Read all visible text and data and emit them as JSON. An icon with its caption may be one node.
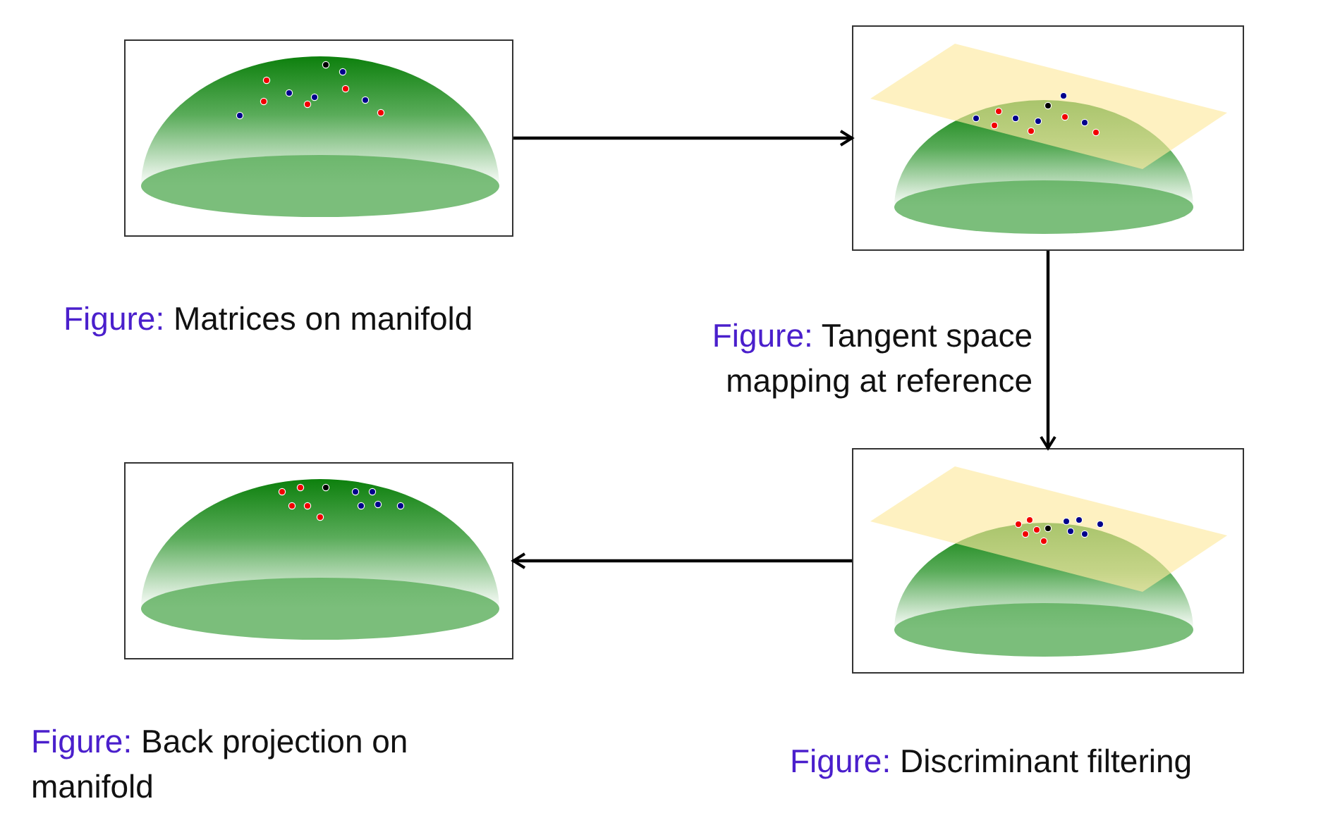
{
  "diagram": {
    "nodes": [
      {
        "text": [],
        "shape": "picture",
        "beside": [
          "Figure:",
          "Matrices on manifold"
        ]
      },
      {
        "text": [],
        "shape": "picture",
        "beside": [
          "Figure:",
          "Tangent space mapping at reference"
        ]
      },
      {
        "text": [],
        "shape": "picture",
        "beside": [
          "Figure:",
          "Back projection on manifold"
        ]
      },
      {
        "text": [],
        "shape": "picture",
        "beside": [
          "Figure:",
          "Discriminant filtering"
        ]
      }
    ],
    "edges": [
      {
        "from": 0,
        "to": 1,
        "arrow": "to"
      },
      {
        "from": 1,
        "to": 3,
        "arrow": "to"
      },
      {
        "from": 3,
        "to": 2,
        "arrow": "to"
      }
    ]
  }
}
